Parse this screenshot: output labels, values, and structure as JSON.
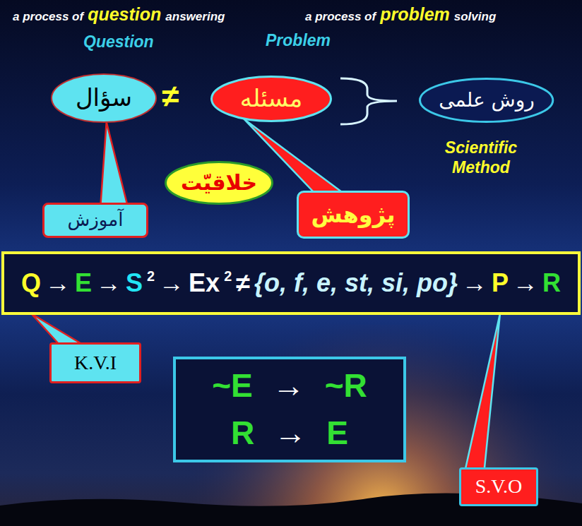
{
  "diagram": {
    "nodes": [
      {
        "text": [
          "سؤال"
        ]
      },
      {
        "text": [
          "مسئله"
        ]
      },
      {
        "text": [
          "روش علمی"
        ]
      },
      {
        "text": [
          "آموزش"
        ]
      },
      {
        "text": [
          "خلاقیّت"
        ]
      },
      {
        "text": [
          "پژوهش"
        ]
      },
      {
        "text": [
          "Q",
          "→",
          "E",
          "→",
          "S",
          "2",
          "→",
          "Ex",
          "2",
          "≠",
          "{o, f, e, st, si, po}",
          "→",
          "P",
          "→",
          "R"
        ]
      },
      {
        "text": [
          "K.V.I"
        ]
      },
      {
        "text": [
          "~E",
          "→",
          "~R",
          "R",
          "→",
          "E"
        ]
      },
      {
        "text": [
          "S.V.O"
        ]
      }
    ],
    "edges": [
      {
        "from": 3,
        "to": 0,
        "arrow": "none"
      },
      {
        "from": 5,
        "to": 1,
        "arrow": "none"
      },
      {
        "from": 7,
        "to": 6,
        "arrow": "none"
      },
      {
        "from": 9,
        "to": 6,
        "arrow": "none"
      }
    ],
    "labels": [
      "a process of",
      "question",
      "answering",
      "a process of",
      "problem",
      "solving",
      "Question",
      "Problem",
      "≠",
      "Scientific Method"
    ]
  }
}
